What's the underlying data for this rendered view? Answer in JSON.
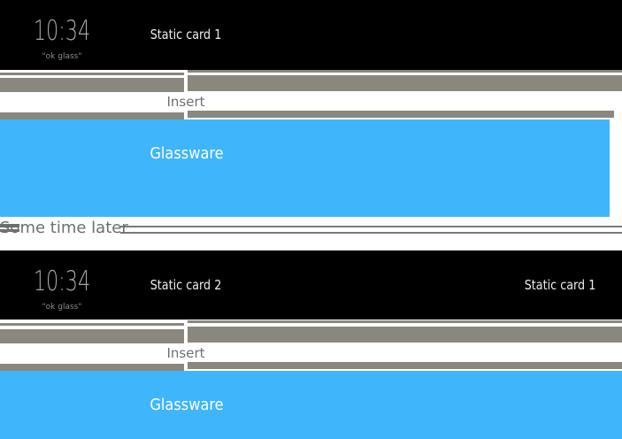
{
  "colors": {
    "card_black": "#000000",
    "shadow_gray": "#8a877e",
    "glassware_blue": "#3fb5fc",
    "divider_gray": "#7a7a7a",
    "clock_text": "#a8a8a8",
    "hotword_text": "#8d8d8d",
    "card_label_text": "#ececec",
    "insert_text": "#6f6f6f",
    "divider_text": "#6e6e6e",
    "glassware_text": "#ffffff"
  },
  "timeline_before": {
    "clock": "10:34",
    "hotword": "\"ok glass\"",
    "static_card_1": "Static card 1"
  },
  "insert_step_1": {
    "label": "Insert"
  },
  "glassware_card_1": {
    "label": "Glassware"
  },
  "divider": {
    "label": "Some time later"
  },
  "timeline_after": {
    "clock": "10:34",
    "hotword": "\"ok glass\"",
    "static_card_2": "Static card 2",
    "static_card_1": "Static card 1"
  },
  "insert_step_2": {
    "label": "Insert"
  },
  "glassware_card_2": {
    "label": "Glassware"
  }
}
